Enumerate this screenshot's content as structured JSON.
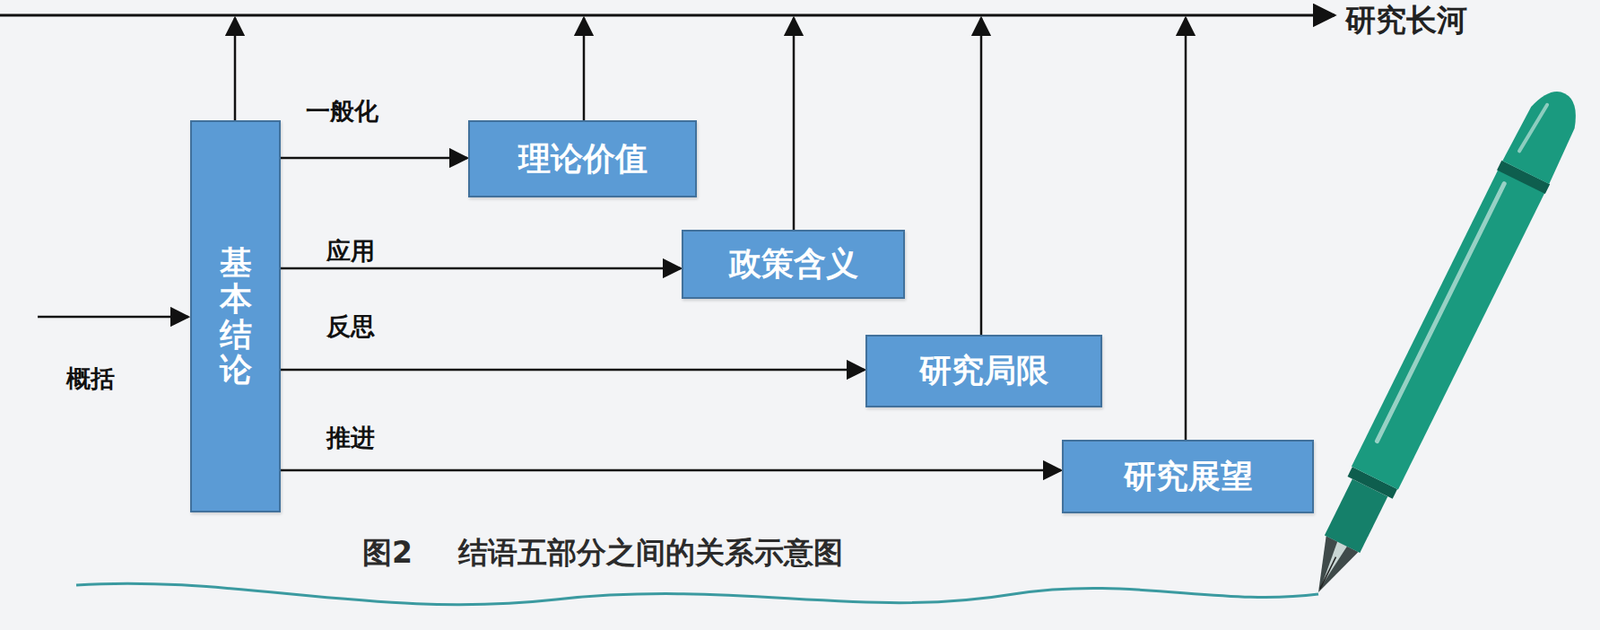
{
  "diagram": {
    "caption": "图2 结语五部分之间的关系示意图",
    "nodes": [
      {
        "text": [
          "基本结论"
        ]
      },
      {
        "text": [
          "理论价值"
        ]
      },
      {
        "text": [
          "政策含义"
        ]
      },
      {
        "text": [
          "研究局限"
        ]
      },
      {
        "text": [
          "研究展望"
        ]
      }
    ],
    "edges": [
      {
        "from": 0,
        "to": 1,
        "arrow": "to",
        "label": "一般化"
      },
      {
        "from": 0,
        "to": 2,
        "arrow": "to",
        "label": "应用"
      },
      {
        "from": 0,
        "to": 3,
        "arrow": "to",
        "label": "反思"
      },
      {
        "from": 0,
        "to": 4,
        "arrow": "to",
        "label": "推进"
      }
    ],
    "labels": [
      "研究长河",
      "概括"
    ]
  }
}
